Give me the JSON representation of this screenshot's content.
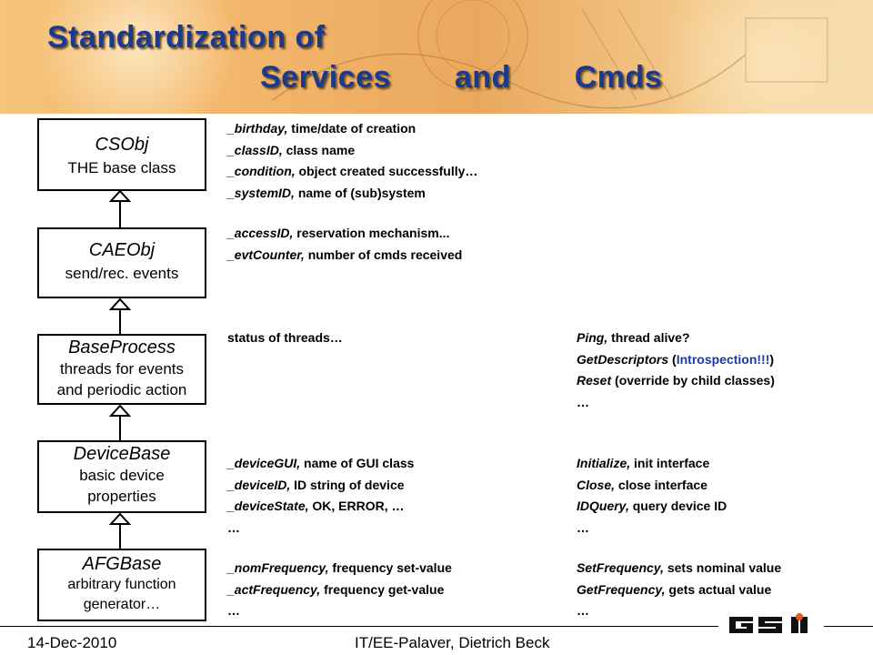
{
  "title": {
    "line1": "Standardization of",
    "line2": "Services and Cmds"
  },
  "classes": [
    {
      "name": "CSObj",
      "desc": [
        "THE base class"
      ]
    },
    {
      "name": "CAEObj",
      "desc": [
        "send/rec. events"
      ]
    },
    {
      "name": "BaseProcess",
      "desc": [
        "threads for events",
        "and periodic action"
      ]
    },
    {
      "name": "DeviceBase",
      "desc": [
        "basic device",
        "properties"
      ]
    },
    {
      "name": "AFGBase",
      "desc": [
        "arbitrary function",
        "generator…"
      ]
    }
  ],
  "services": {
    "csobj": [
      {
        "key": "_birthday,",
        "text": " time/date of creation"
      },
      {
        "key": "_classID,",
        "text": " class name"
      },
      {
        "key": "_condition,",
        "text": " object created successfully…"
      },
      {
        "key": "_systemID,",
        "text": " name of (sub)system"
      }
    ],
    "caeobj": [
      {
        "key": "_accessID,",
        "text": " reservation mechanism..."
      },
      {
        "key": "_evtCounter,",
        "text": " number of cmds received"
      }
    ],
    "baseprocess": [
      {
        "key": "",
        "text": "status of threads…"
      }
    ],
    "devicebase": [
      {
        "key": "_deviceGUI,",
        "text": " name of GUI class"
      },
      {
        "key": "_deviceID,",
        "text": " ID string of device"
      },
      {
        "key": "_deviceState,",
        "text": " OK, ERROR, …"
      },
      {
        "key": "",
        "text": "…"
      }
    ],
    "afgbase": [
      {
        "key": "_nomFrequency,",
        "text": " frequency set-value"
      },
      {
        "key": "_actFrequency,",
        "text": " frequency get-value"
      },
      {
        "key": "",
        "text": "…"
      }
    ]
  },
  "commands": {
    "baseprocess": {
      "ping_key": "Ping,",
      "ping_text": " thread alive?",
      "desc_key": "GetDescriptors",
      "desc_open": " (",
      "desc_blue": "Introspection!!!",
      "desc_close": ")",
      "reset_key": "Reset",
      "reset_text": " (override by child classes)",
      "more": "…"
    },
    "devicebase": [
      {
        "key": "Initialize,",
        "text": " init interface"
      },
      {
        "key": "Close,",
        "text": " close interface"
      },
      {
        "key": "IDQuery,",
        "text": " query device ID"
      },
      {
        "key": "",
        "text": "…"
      }
    ],
    "afgbase": [
      {
        "key": "SetFrequency,",
        "text": " sets nominal value"
      },
      {
        "key": "GetFrequency,",
        "text": " gets actual value"
      },
      {
        "key": "",
        "text": "…"
      }
    ]
  },
  "footer": {
    "date": "14-Dec-2010",
    "author": "IT/EE-Palaver, Dietrich Beck"
  },
  "logo_icon": "gsi-logo-icon",
  "colors": {
    "title": "#1a3a8f",
    "highlight": "#1a3aa8",
    "banner": "#f2b56a"
  }
}
